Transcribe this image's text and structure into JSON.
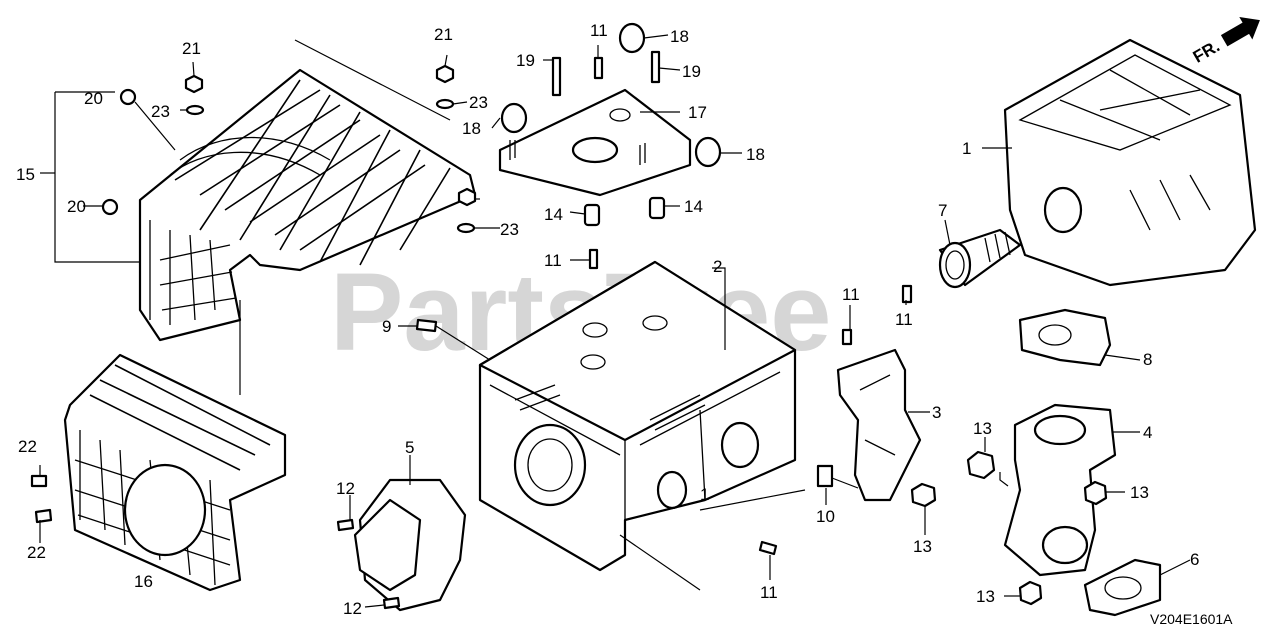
{
  "watermark": "PartsTree",
  "direction_label": "FR.",
  "diagram_code": "V204E1601A",
  "callouts": {
    "c1": "1",
    "c1b": "1",
    "c2": "2",
    "c3": "3",
    "c4": "4",
    "c5": "5",
    "c6": "6",
    "c7": "7",
    "c8": "8",
    "c9": "9",
    "c10": "10",
    "c11a": "11",
    "c11b": "11",
    "c11c": "11",
    "c11d": "11",
    "c11e": "11",
    "c12a": "12",
    "c12b": "12",
    "c13a": "13",
    "c13b": "13",
    "c13c": "13",
    "c13d": "13",
    "c14a": "14",
    "c14b": "14",
    "c15": "15",
    "c16": "16",
    "c17": "17",
    "c18a": "18",
    "c18b": "18",
    "c18c": "18",
    "c19a": "19",
    "c19b": "19",
    "c20a": "20",
    "c20b": "20",
    "c21a": "21",
    "c21b": "21",
    "c22a": "22",
    "c22b": "22",
    "c23a": "23",
    "c23b": "23",
    "c23c": "23"
  }
}
